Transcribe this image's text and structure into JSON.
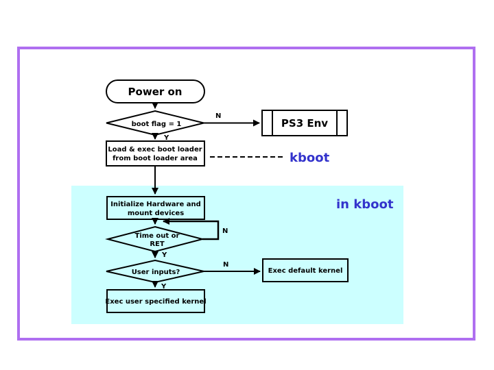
{
  "colors": {
    "frame_purple": "#af6ff0",
    "accent_blue": "#3333cc",
    "region_cyan": "#ccffff",
    "ink": "#000000"
  },
  "flowchart": {
    "power_on": "Power on",
    "boot_flag": "boot flag = 1",
    "ps3_env": "PS3 Env",
    "load_exec_line1": "Load & exec boot loader",
    "load_exec_line2": "from boot loader area",
    "kboot_callout": "kboot",
    "region_caption": "in kboot",
    "init_hw_line1": "Initialize Hardware and",
    "init_hw_line2": "mount devices",
    "timeout_line1": "Time out or",
    "timeout_line2": "RET",
    "user_inputs": "User inputs?",
    "exec_default": "Exec default kernel",
    "exec_user": "Exec user specified kernel",
    "labels": {
      "bootflag_no": "N",
      "bootflag_yes": "Y",
      "timeout_no": "N",
      "timeout_yes": "Y",
      "userinputs_no": "N",
      "userinputs_yes": "Y"
    }
  }
}
